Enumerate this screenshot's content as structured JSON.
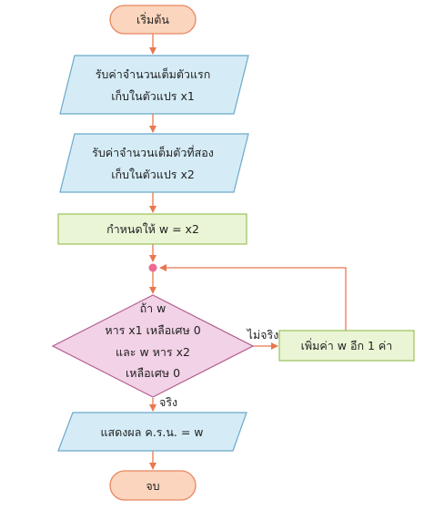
{
  "colors": {
    "terminal_fill": "#fbd5bd",
    "terminal_stroke": "#e9865f",
    "io_fill": "#d5ecf7",
    "io_stroke": "#6aa9c9",
    "process_fill": "#eaf5d5",
    "process_stroke": "#9bc05a",
    "decision_fill": "#f2d2e6",
    "decision_stroke": "#b25d8d",
    "connector": "#ee6a93",
    "arrow": "#e8784f"
  },
  "nodes": {
    "start": {
      "label": "เริ่มต้น"
    },
    "input_x1": {
      "line1": "รับค่าจำนวนเต็มตัวแรก",
      "line2": "เก็บในตัวแปร x1"
    },
    "input_x2": {
      "line1": "รับค่าจำนวนเต็มตัวที่สอง",
      "line2": "เก็บในตัวแปร x2"
    },
    "assign_w": {
      "label": "กำหนดให้ w = x2"
    },
    "condition": {
      "line1": "ถ้า w",
      "line2": "หาร x1 เหลือเศษ 0",
      "line3": "และ w หาร x2",
      "line4": "เหลือเศษ 0"
    },
    "increment_w": {
      "label": "เพิ่มค่า w อีก 1 ค่า"
    },
    "output": {
      "label": "แสดงผล ค.ร.น. = w"
    },
    "end": {
      "label": "จบ"
    }
  },
  "edges": {
    "false_label": "ไม่จริง",
    "true_label": "จริง"
  }
}
